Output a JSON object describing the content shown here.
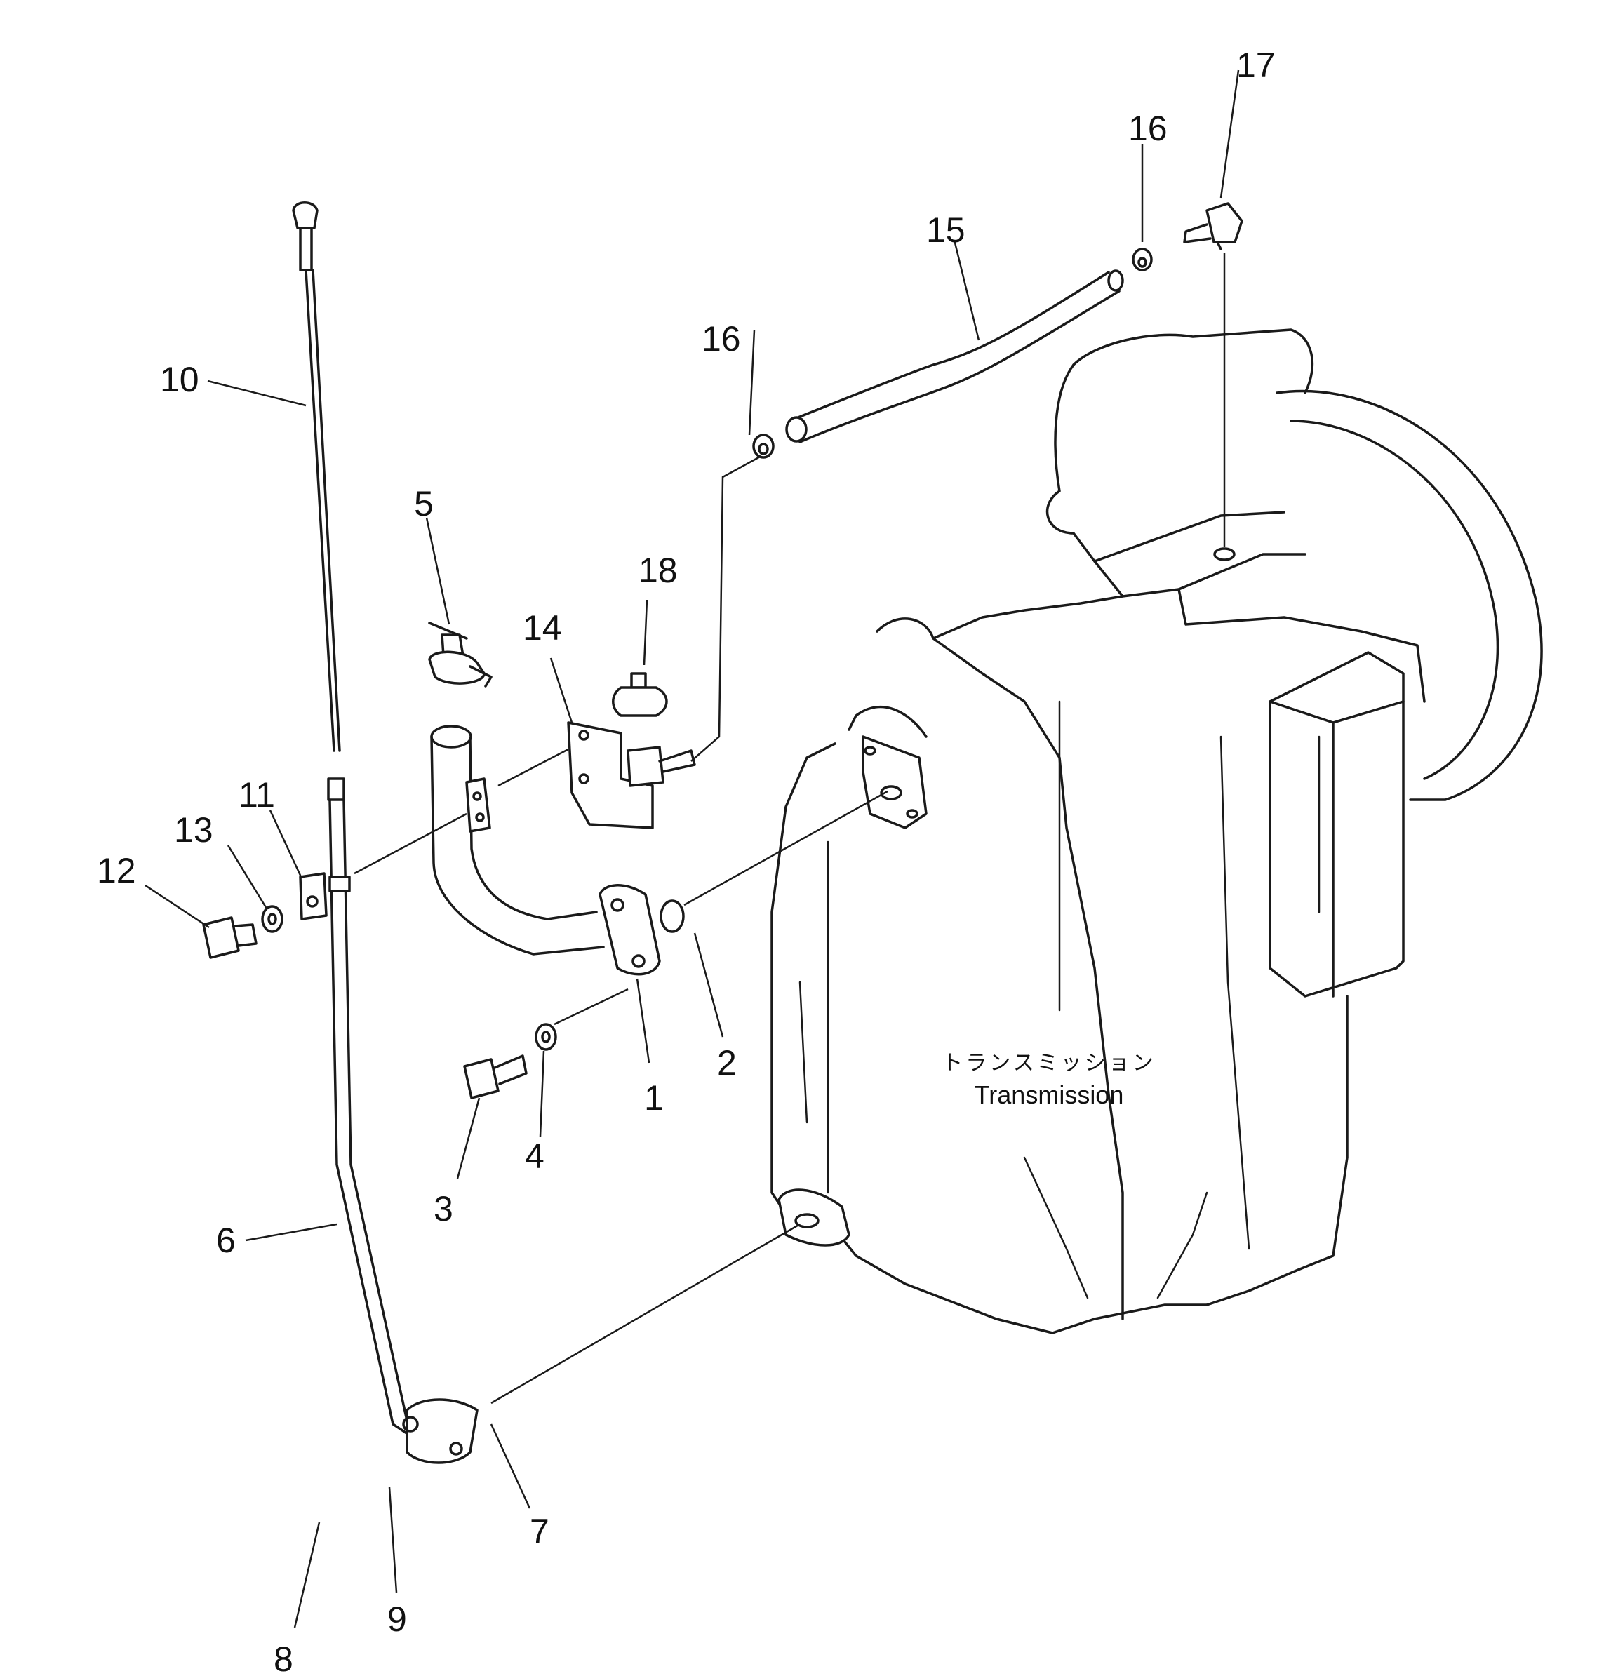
{
  "transmission": {
    "label_jp": "トランスミッション",
    "label_en": "Transmission"
  },
  "callouts": [
    "1",
    "2",
    "3",
    "4",
    "5",
    "6",
    "7",
    "8",
    "9",
    "10",
    "11",
    "12",
    "13",
    "14",
    "15",
    "16",
    "16",
    "17",
    "18"
  ]
}
